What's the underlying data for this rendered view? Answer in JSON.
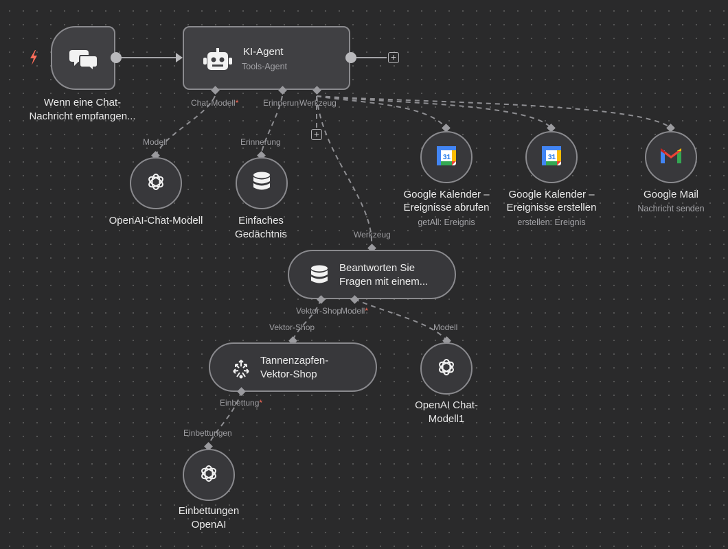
{
  "trigger": {
    "icon": "chat-bubbles-icon",
    "line1": "Wenn eine Chat-",
    "line2": "Nachricht empfangen..."
  },
  "agent": {
    "title": "KI-Agent",
    "subtitle": "Tools-Agent",
    "icon": "robot-icon",
    "ports": {
      "chat_model": "Chat-Modell",
      "memory": "Erinnerung",
      "tool": "Werkzeug"
    }
  },
  "required_marker": "*",
  "plus_symbol": "+",
  "chat_model_node": {
    "port_label": "Modell",
    "label": "OpenAI-Chat-Modell",
    "icon": "openai-icon"
  },
  "memory_node": {
    "port_label": "Erinnerung",
    "line1": "Einfaches",
    "line2": "Gedächtnis",
    "icon": "database-icon"
  },
  "calendar_get": {
    "line1": "Google Kalender –",
    "line2": "Ereignisse abrufen",
    "subtitle": "getAll: Ereignis",
    "icon": "google-calendar-icon",
    "icon_text": "31"
  },
  "calendar_create": {
    "line1": "Google Kalender –",
    "line2": "Ereignisse erstellen",
    "subtitle": "erstellen: Ereignis",
    "icon": "google-calendar-icon",
    "icon_text": "31"
  },
  "gmail": {
    "label": "Google Mail",
    "subtitle": "Nachricht senden",
    "icon": "gmail-icon"
  },
  "qa_tool": {
    "port_label": "Werkzeug",
    "line1": "Beantworten Sie",
    "line2": "Fragen mit einem...",
    "icon": "database-icon",
    "ports": {
      "vector_store": "Vektor-Shop",
      "model": "Modell"
    }
  },
  "vector_store": {
    "port_label": "Vektor-Shop",
    "line1": "Tannenzapfen-",
    "line2": "Vektor-Shop",
    "icon": "pinecone-icon",
    "ports": {
      "embedding": "Einbettung"
    }
  },
  "chat_model_1": {
    "port_label": "Modell",
    "line1": "OpenAI Chat-",
    "line2": "Modell1",
    "icon": "openai-icon"
  },
  "embeddings": {
    "port_label": "Einbettungen",
    "line1": "Einbettungen",
    "line2": "OpenAI",
    "icon": "openai-icon"
  },
  "colors": {
    "canvas": "#2a2a2b",
    "node_fill": "#404043",
    "node_border": "#8a8a8e",
    "connector": "#9a9a9e",
    "trigger_bolt": "#ff6d5a",
    "required": "#ff6d5a"
  }
}
